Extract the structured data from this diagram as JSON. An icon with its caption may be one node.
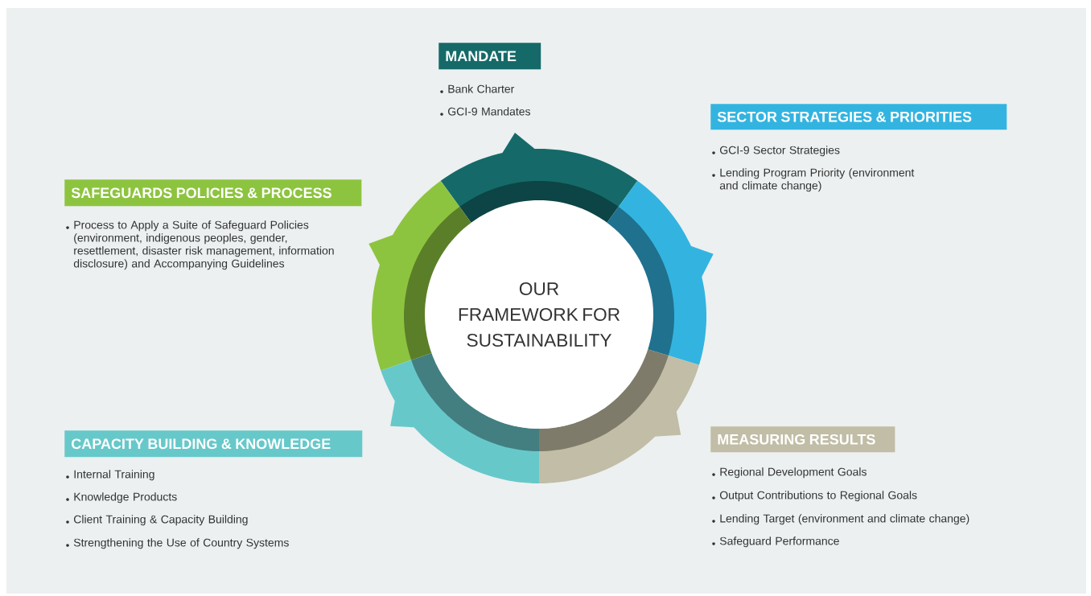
{
  "diagram": {
    "nodes": [
      {
        "text": [
          "MANDATE"
        ],
        "beside": [
          "Bank Charter",
          "GCI-9 Mandates"
        ]
      },
      {
        "text": [
          "SECTOR STRATEGIES & PRIORITIES"
        ],
        "beside": [
          "GCI-9 Sector Strategies",
          "Lending Program Priority (environment and climate change)"
        ]
      },
      {
        "text": [
          "SAFEGUARDS POLICIES & PROCESS"
        ],
        "beside": [
          "Process to Apply a Suite of Safeguard Policies (environment, indigenous peoples, gender, resettlement, disaster risk management, information disclosure) and Accompanying Guidelines"
        ]
      },
      {
        "text": [
          "OUR FRAMEWORK FOR SUSTAINABILITY"
        ]
      },
      {
        "text": [
          "CAPACITY BUILDING & KNOWLEDGE"
        ],
        "beside": [
          "Internal Training",
          "Knowledge Products",
          "Client Training & Capacity Building",
          "Strengthening the Use of Country Systems"
        ]
      },
      {
        "text": [
          "MEASURING RESULTS"
        ],
        "beside": [
          "Regional Development Goals",
          "Output Contributions to Regional Goals",
          "Lending Target (environment and climate change)",
          "Safeguard Performance"
        ]
      }
    ]
  }
}
